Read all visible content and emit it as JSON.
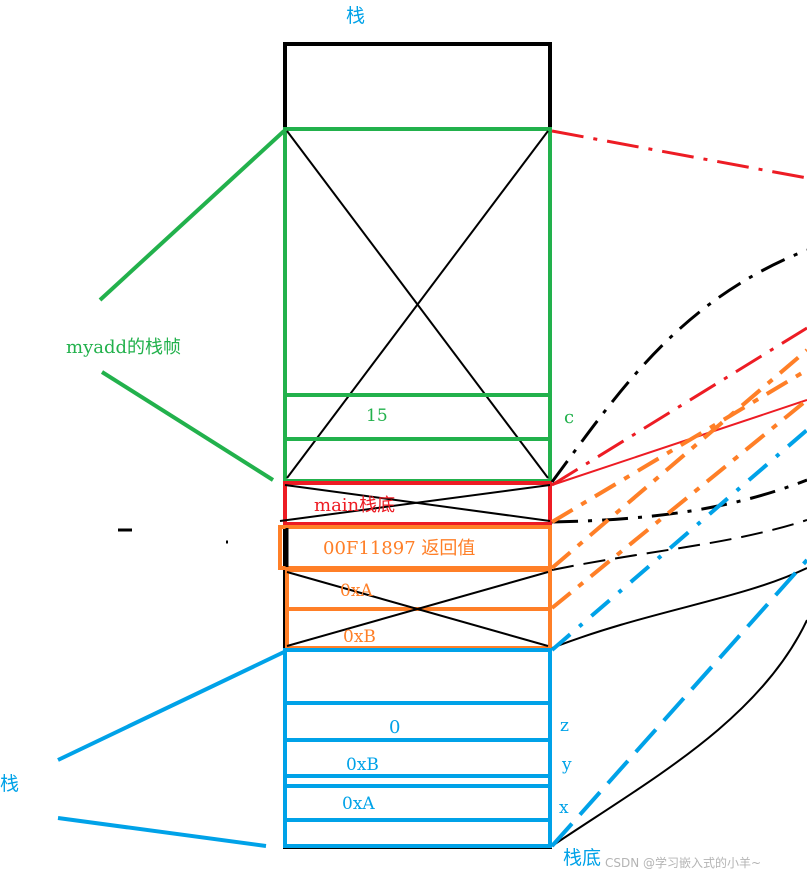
{
  "labels": {
    "stack_top": "栈",
    "myadd_frame": "myadd的栈帧",
    "value_15": "15",
    "var_c": "c",
    "main_bottom": "main栈底",
    "return_value": "00F11897 返回值",
    "param_a": "0xA",
    "param_b": "0xB",
    "value_0": "0",
    "var_z": "z",
    "val_b": "0xB",
    "var_y": "y",
    "val_a": "0xA",
    "var_x": "x",
    "stack_left": "栈",
    "stack_bottom": "栈底",
    "watermark": "CSDN @学习嵌入式的小羊~"
  },
  "colors": {
    "green": "#22b14c",
    "red": "#ed1c24",
    "orange": "#ff7f27",
    "blue": "#00a2e8",
    "black": "#000000",
    "watermark": "#b4b4b4"
  }
}
